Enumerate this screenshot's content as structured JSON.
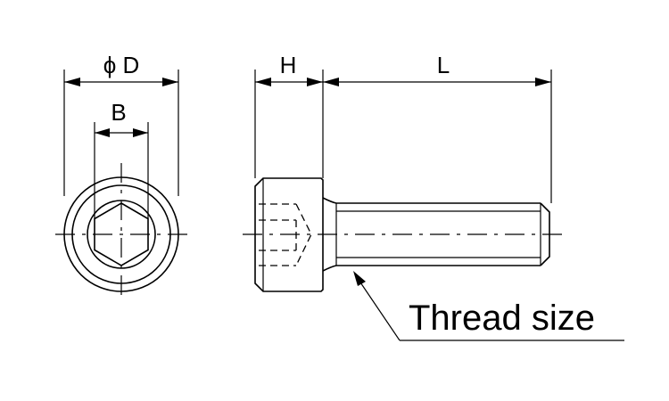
{
  "diagram": {
    "labels": {
      "diameter": "ϕ D",
      "across_flats": "B",
      "head_height": "H",
      "length": "L",
      "thread_callout": "Thread size"
    },
    "colors": {
      "stroke": "#000000",
      "background": "#ffffff"
    }
  }
}
